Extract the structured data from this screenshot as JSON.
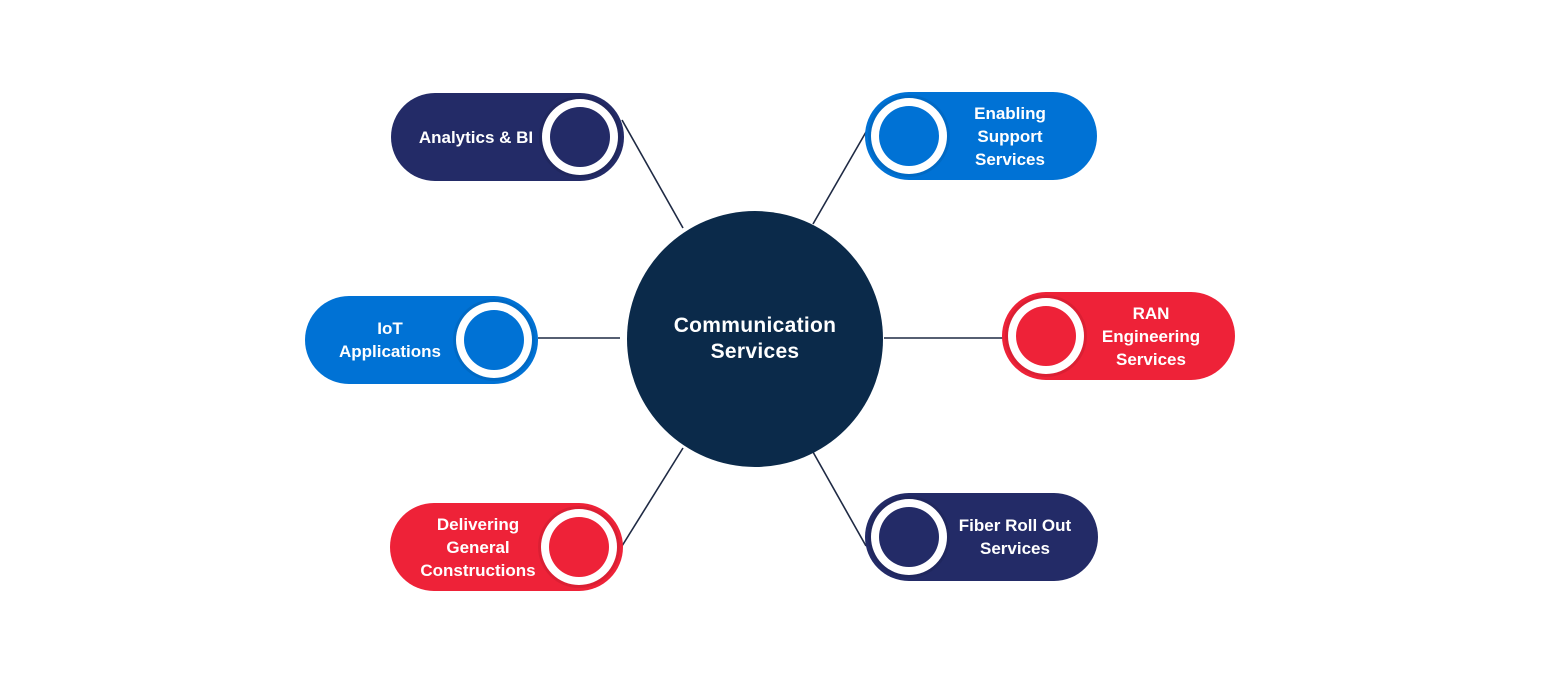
{
  "hub": {
    "title": "Communication Services"
  },
  "colors": {
    "hub": "#0b2a4a",
    "navy": "#232b67",
    "blue": "#0072d5",
    "red": "#ee2238"
  },
  "nodes": {
    "analytics": {
      "label": "Analytics & BI",
      "color": "#232b67",
      "icon": "ring-icon"
    },
    "iot": {
      "label": "IoT Applications",
      "color": "#0072d5",
      "icon": "ring-icon"
    },
    "construction": {
      "label": "Delivering General Constructions",
      "color": "#ee2238",
      "icon": "ring-icon"
    },
    "enabling": {
      "label": "Enabling Support Services",
      "color": "#0072d5",
      "icon": "ring-icon"
    },
    "ran": {
      "label": "RAN Engineering Services",
      "color": "#ee2238",
      "icon": "ring-icon"
    },
    "fiber": {
      "label": "Fiber Roll Out Services",
      "color": "#232b67",
      "icon": "ring-icon"
    }
  }
}
